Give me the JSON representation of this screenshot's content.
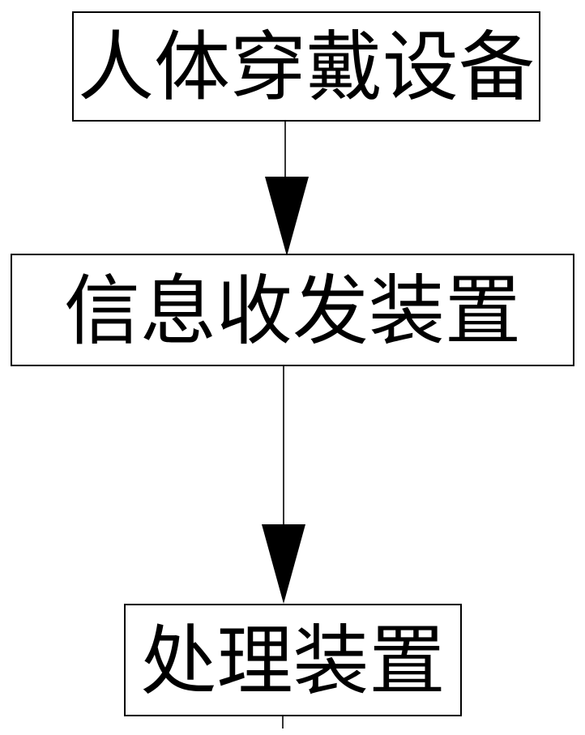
{
  "diagram": {
    "type": "flowchart",
    "direction": "top-down",
    "nodes": [
      {
        "id": "wearable-device",
        "label": "人体穿戴设备"
      },
      {
        "id": "transceiver-device",
        "label": "信息收发装置"
      },
      {
        "id": "processing-device",
        "label": "处理装置"
      }
    ],
    "edges": [
      {
        "from": "wearable-device",
        "to": "transceiver-device",
        "style": "line-with-solid-arrowhead"
      },
      {
        "from": "transceiver-device",
        "to": "processing-device",
        "style": "line-with-solid-arrowhead"
      },
      {
        "from": "processing-device",
        "to": "offscreen-below",
        "style": "line-stub"
      }
    ],
    "colors": {
      "stroke": "#000000",
      "fill": "#ffffff",
      "text": "#000000"
    }
  }
}
